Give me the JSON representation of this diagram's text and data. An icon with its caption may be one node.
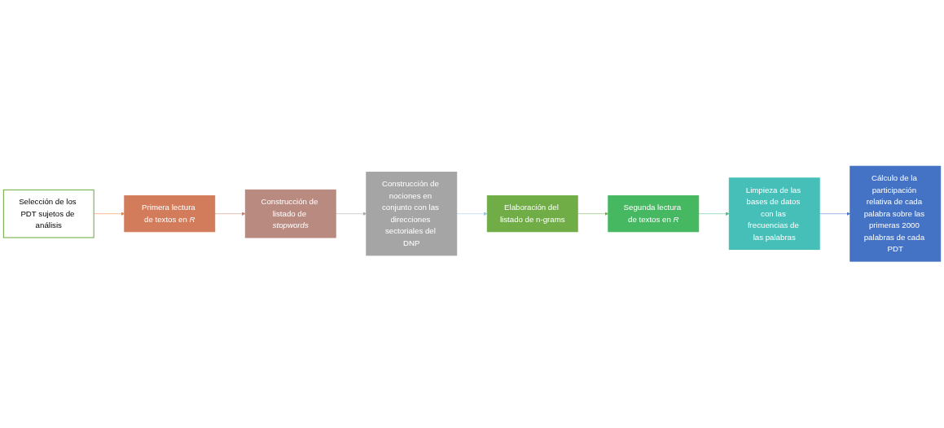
{
  "diagram": {
    "nodes": [
      {
        "text": [
          "Selección de los PDT sujetos de análisis"
        ]
      },
      {
        "text": [
          "Primera lectura de textos en *R*"
        ]
      },
      {
        "text": [
          "Construcción de listado de *stopwords*"
        ]
      },
      {
        "text": [
          "Construcción de nociones en conjunto con las direcciones sectoriales del DNP"
        ]
      },
      {
        "text": [
          "Elaboración del listado de n-grams"
        ]
      },
      {
        "text": [
          "Segunda lectura de textos en *R*"
        ]
      },
      {
        "text": [
          "Limpieza de las bases de datos con las frecuencias de las palabras"
        ]
      },
      {
        "text": [
          "Cálculo de la participación relativa de cada palabra sobre las primeras 2000 palabras de cada PDT"
        ]
      }
    ],
    "edges": [
      {
        "from": 0,
        "to": 1,
        "arrow": "to",
        "color": "#ed7d31"
      },
      {
        "from": 1,
        "to": 2,
        "arrow": "to",
        "color": "#c9806a"
      },
      {
        "from": 2,
        "to": 3,
        "arrow": "to",
        "color": "#a5a5a5"
      },
      {
        "from": 3,
        "to": 4,
        "arrow": "to",
        "color": "#9dc3e6"
      },
      {
        "from": 4,
        "to": 5,
        "arrow": "to",
        "color": "#70ad47"
      },
      {
        "from": 5,
        "to": 6,
        "arrow": "to",
        "color": "#4cc08a"
      },
      {
        "from": 6,
        "to": 7,
        "arrow": "to",
        "color": "#4472c4"
      }
    ]
  }
}
